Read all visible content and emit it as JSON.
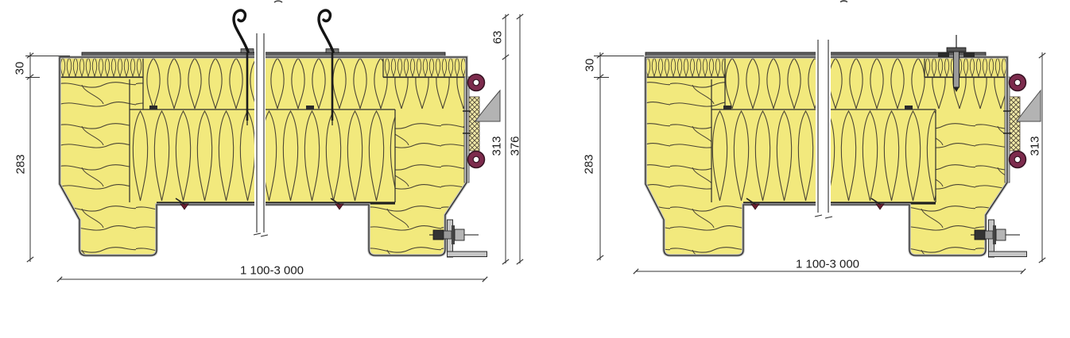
{
  "figure": {
    "type": "construction-detail-cross-section",
    "background": "#ffffff",
    "colors": {
      "insulation_fill": "#f2e97d",
      "texture_line": "#4a4433",
      "outline_dark": "#2b2b2b",
      "metal_gray": "#c6c6c6",
      "cap_gray": "#5f5f5f",
      "gasket_maroon": "#7d2b4d",
      "wedge_gray": "#b3b3b3",
      "hatch_bg": "#eee47c",
      "strip_bg": "#f0e9a8"
    },
    "left_drawing": {
      "name": "panel-section-with-anchor-hooks",
      "dim_top_layer": "30",
      "dim_body_height": "283",
      "dim_upper_edge": "63",
      "dim_main_edge": "313",
      "dim_total_edge": "376",
      "dim_width_range": "1 100-3 000"
    },
    "right_drawing": {
      "name": "panel-section-with-screw-fixing",
      "dim_top_layer": "30",
      "dim_body_height": "283",
      "dim_main_edge": "313",
      "dim_width_range": "1 100-3 000"
    }
  }
}
